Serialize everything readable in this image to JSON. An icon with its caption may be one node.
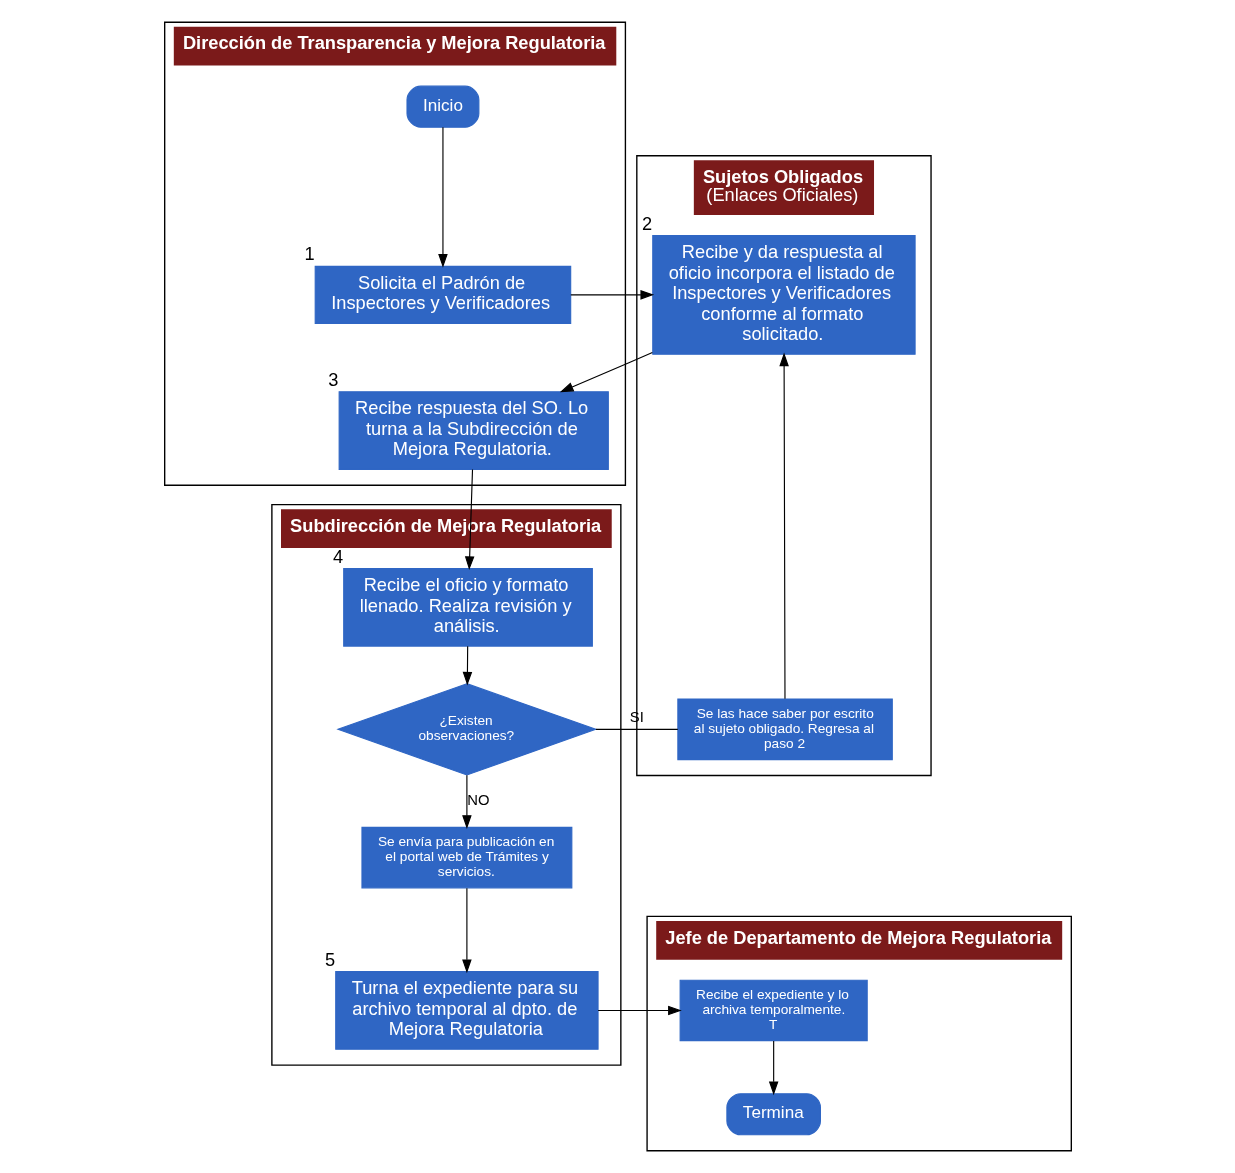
{
  "diagram": {
    "nodes": [
      {
        "text": [
          "Dirección de Transparencia y Mejora Regulatoria"
        ]
      },
      {
        "text": [
          "Subdirección de Mejora Regulatoria"
        ]
      },
      {
        "text": [
          "Jefe de Departamento de Mejora Regulatoria"
        ]
      },
      {
        "text": [
          "Sujetos Obligados",
          "(Enlaces Oficiales)"
        ]
      },
      {
        "text": [
          "Inicio"
        ],
        "in": 0
      },
      {
        "text": [
          "Solicita el Padrón de Inspectores y Verificadores"
        ],
        "in": 0,
        "beside": [
          "1"
        ]
      },
      {
        "text": [
          "Recibe y da respuesta al oficio incorpora el listado de Inspectores y Verificadores conforme al formato solicitado."
        ],
        "in": 3,
        "beside": [
          "2"
        ]
      },
      {
        "text": [
          "Recibe respuesta del SO. Lo turna a la Subdirección de Mejora Regulatoria."
        ],
        "in": 0,
        "beside": [
          "3"
        ]
      },
      {
        "text": [
          "Recibe el oficio y formato llenado. Realiza revisión y análisis."
        ],
        "in": 1,
        "beside": [
          "4"
        ]
      },
      {
        "text": [
          "¿Existen observaciones?"
        ],
        "in": 1
      },
      {
        "text": [
          "Se las hace saber por escrito al sujeto obligado. Regresa al paso 2"
        ],
        "in": 3
      },
      {
        "text": [
          "Se envía para publicación en el portal web de Trámites y servicios."
        ],
        "in": 1
      },
      {
        "text": [
          "Turna el expediente para su archivo temporal al dpto. de Mejora Regulatoria"
        ],
        "in": 1,
        "beside": [
          "5"
        ]
      },
      {
        "text": [
          "Recibe el expediente y lo archiva temporalmente.",
          "T"
        ],
        "in": 2
      },
      {
        "text": [
          "Termina"
        ],
        "in": 2
      }
    ],
    "edges": [
      {
        "from": 4,
        "to": 5,
        "arrow": "to"
      },
      {
        "from": 5,
        "to": 6,
        "arrow": "to"
      },
      {
        "from": 6,
        "to": 7,
        "arrow": "to"
      },
      {
        "from": 7,
        "to": 8,
        "arrow": "to"
      },
      {
        "from": 8,
        "to": 9,
        "arrow": "to"
      },
      {
        "from": 9,
        "to": 10,
        "arrow": "none",
        "label": "SI"
      },
      {
        "from": 10,
        "to": 6,
        "arrow": "to"
      },
      {
        "from": 9,
        "to": 11,
        "arrow": "to",
        "label": "NO"
      },
      {
        "from": 11,
        "to": 12,
        "arrow": "to"
      },
      {
        "from": 12,
        "to": 13,
        "arrow": "to"
      },
      {
        "from": 13,
        "to": 14,
        "arrow": "to"
      }
    ]
  }
}
